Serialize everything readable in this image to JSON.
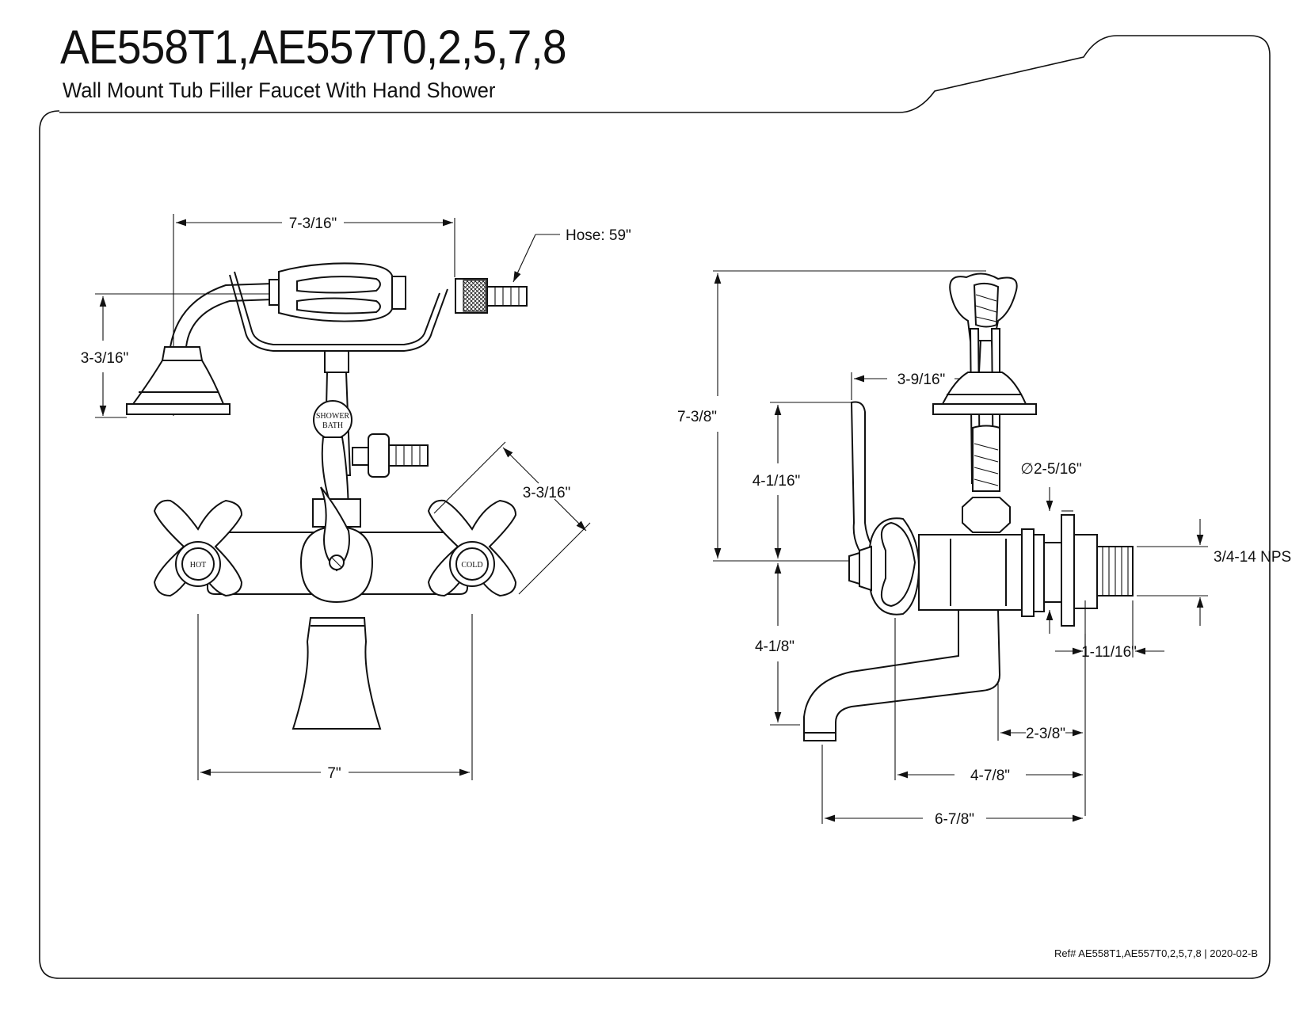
{
  "header": {
    "title": "AE558T1,AE557T0,2,5,7,8",
    "subtitle": "Wall Mount Tub Filler Faucet With Hand Shower"
  },
  "footer": {
    "reference": "Ref# AE558T1,AE557T0,2,5,7,8 | 2020-02-B"
  },
  "front_view": {
    "hose_label": "Hose: 59\"",
    "dim_top_width": "7-3/16\"",
    "dim_handset_height": "3-3/16\"",
    "dim_handle_diag": "3-3/16\"",
    "dim_center_spread": "7\"",
    "hot_label": "HOT",
    "cold_label": "COLD",
    "diverter_top": "SHOWER",
    "diverter_bottom": "BATH"
  },
  "side_view": {
    "dim_overall_height": "7-3/8\"",
    "dim_upper_height": "4-1/16\"",
    "dim_lower_height": "4-1/8\"",
    "dim_offset_top": "3-9/16\"",
    "dim_diameter": "∅2-5/16\"",
    "dim_thread": "3/4-14 NPS",
    "dim_shank": "1-11/16\"",
    "dim_spout_a": "2-3/8\"",
    "dim_spout_b": "4-7/8\"",
    "dim_spout_c": "6-7/8\""
  },
  "colors": {
    "line": "#111111",
    "background": "#ffffff"
  }
}
